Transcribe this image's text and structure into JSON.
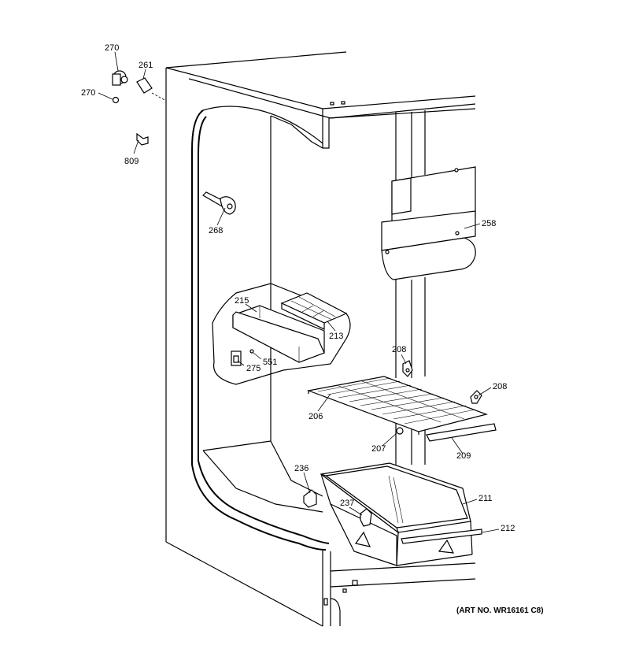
{
  "labels": {
    "p270a": "270",
    "p261": "261",
    "p270b": "270",
    "p809": "809",
    "p268": "268",
    "p258": "258",
    "p215": "215",
    "p213": "213",
    "p275": "275",
    "p551": "551",
    "p208a": "208",
    "p208b": "208",
    "p206": "206",
    "p207": "207",
    "p209": "209",
    "p236": "236",
    "p237": "237",
    "p211": "211",
    "p212": "212"
  },
  "art_number": "(ART NO. WR16161 C8)"
}
